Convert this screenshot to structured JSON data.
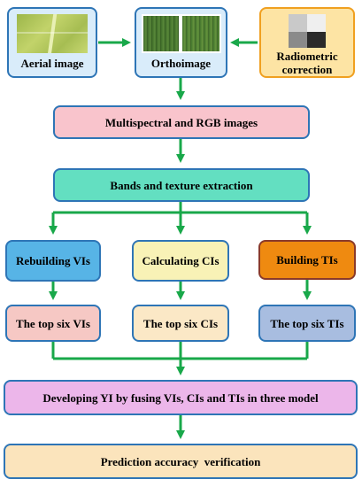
{
  "colors": {
    "arrow": "#19a84a",
    "border": "#2e75b6",
    "input_fill": "#d9ecfa",
    "radiometric_fill": "#fde4a4",
    "radiometric_border": "#f0a020",
    "multispectral_fill": "#f9c4cc",
    "bands_fill": "#63dfc1",
    "rebuilding_fill": "#57b4e6",
    "calculating_fill": "#f8f2b6",
    "building_fill": "#ef8a10",
    "top_vis_fill": "#f6c8c4",
    "top_cis_fill": "#fbe8c6",
    "top_tis_fill": "#a8bde0",
    "developing_fill": "#ecb6ea",
    "prediction_fill": "#fbe4bc"
  },
  "nodes": {
    "aerial": "Aerial image",
    "ortho": "Orthoimage",
    "radiometric": "Radiometric correction",
    "multispectral": "Multispectral and RGB images",
    "bands": "Bands and texture extraction",
    "rebuilding": "Rebuilding VIs",
    "calculating": "Calculating CIs",
    "building": "Building TIs",
    "top_vis": "The top six VIs",
    "top_cis": "The top six CIs",
    "top_tis": "The top six TIs",
    "developing": "Developing YI by fusing VIs, CIs and TIs in three model",
    "prediction": "Prediction accuracy  verification"
  }
}
